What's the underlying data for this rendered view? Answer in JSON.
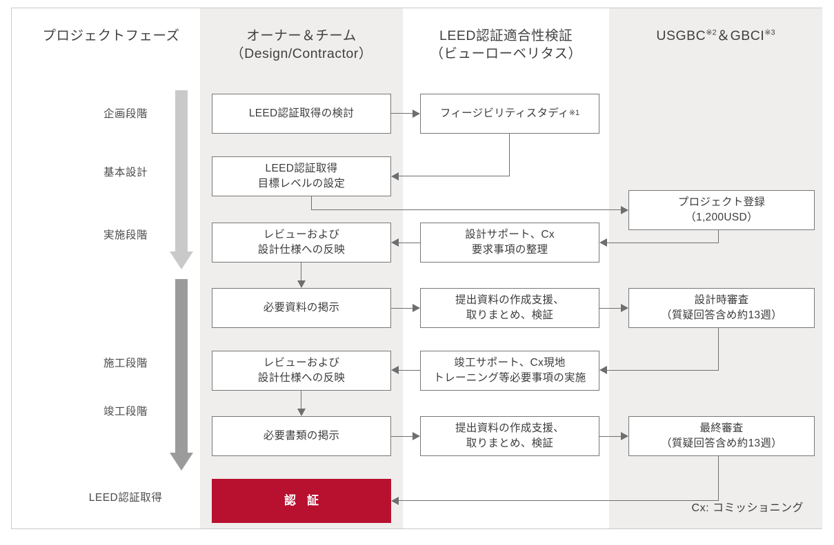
{
  "columns": {
    "phase": "プロジェクトフェーズ",
    "owner": "オーナー＆チーム\n（Design/Contractor）",
    "leed": "LEED認証適合性検証\n（ビューローベリタス）",
    "usgbc_main": "USGBC",
    "usgbc_sup1": "※2",
    "usgbc_amp": "＆GBCI",
    "usgbc_sup2": "※3"
  },
  "phases": [
    {
      "label": "企画段階"
    },
    {
      "label": "基本設計"
    },
    {
      "label": "実施段階"
    },
    {
      "label": "施工段階"
    },
    {
      "label": "竣工段階"
    },
    {
      "label": "LEED認証取得"
    }
  ],
  "owner_boxes": [
    {
      "text": "LEED認証取得の検討"
    },
    {
      "text": "LEED認証取得\n目標レベルの設定"
    },
    {
      "text": "レビューおよび\n設計仕様への反映"
    },
    {
      "text": "必要資料の掲示"
    },
    {
      "text": "レビューおよび\n設計仕様への反映"
    },
    {
      "text": "必要書類の掲示"
    },
    {
      "text": "認証"
    }
  ],
  "leed_boxes": [
    {
      "text": "フィージビリティスタディ",
      "sup": "※1"
    },
    {
      "text": "設計サポート、Cx\n要求事項の整理"
    },
    {
      "text": "提出資料の作成支援、\n取りまとめ、検証"
    },
    {
      "text": "竣工サポート、Cx現地\nトレーニング等必要事項の実施"
    },
    {
      "text": "提出資料の作成支援、\n取りまとめ、検証"
    }
  ],
  "usgbc_boxes": [
    {
      "text": "プロジェクト登録\n（1,200USD）"
    },
    {
      "text": "設計時審査\n（質疑回答含め約13週）"
    },
    {
      "text": "最終審査\n（質疑回答含め約13週）"
    }
  ],
  "footnote": "Cx: コミッショニング",
  "colors": {
    "band": "#efeeec",
    "box_border": "#767676",
    "connector": "#6e6e6e",
    "accent_red": "#b8102f",
    "arrow_light": "#c9c9c9",
    "arrow_dark": "#9b9b9b",
    "text": "#3c3c3c"
  }
}
